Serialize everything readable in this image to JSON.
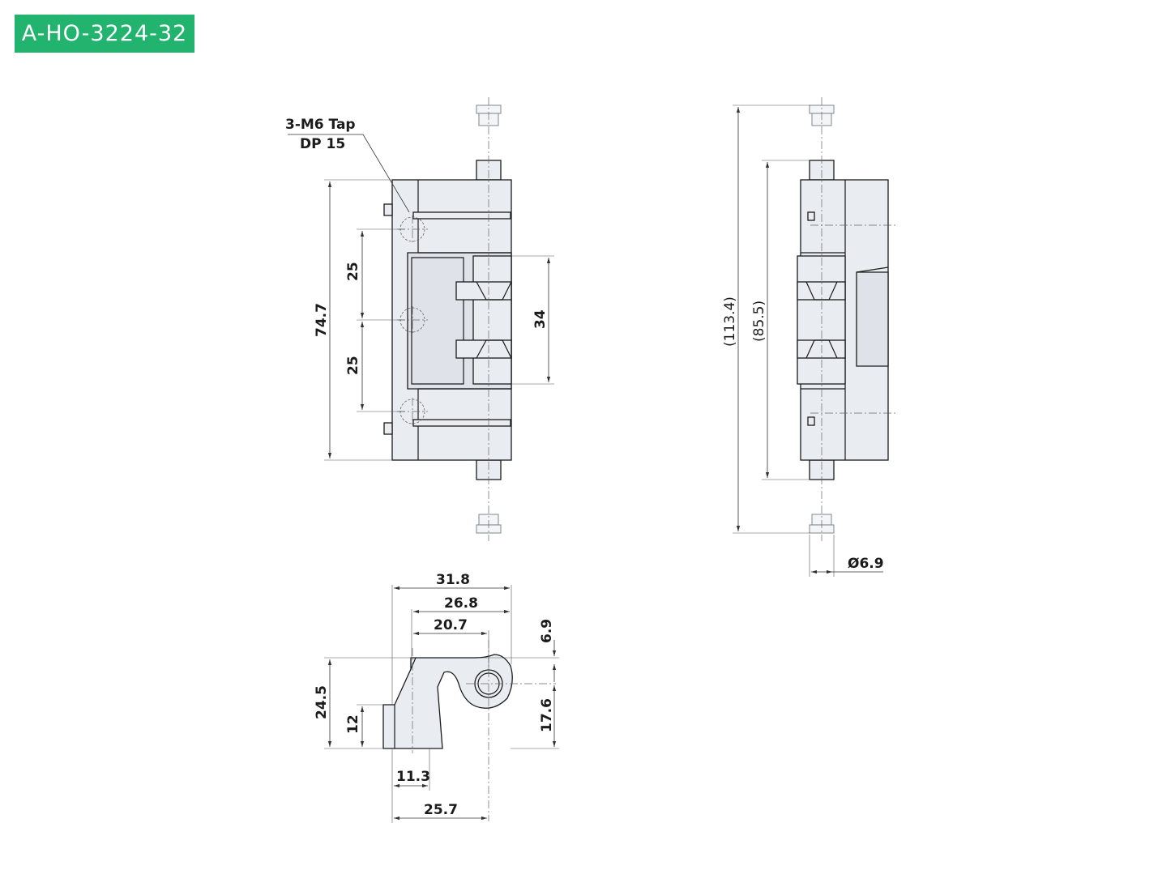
{
  "part_number": "A-HO-3224-32",
  "colors": {
    "badge": "#22b46e",
    "part_fill": "#e9ecf1",
    "outline": "#1b1b1b"
  },
  "front_view": {
    "tap_note_line1": "3-M6 Tap",
    "tap_note_line2": "DP 15",
    "dim_height": "74.7",
    "dim_pitch_upper": "25",
    "dim_pitch_lower": "25",
    "dim_knuckle": "34"
  },
  "side_view": {
    "dim_overall": "(113.4)",
    "dim_pin_span": "(85.5)",
    "dim_pin_dia": "Ø6.9"
  },
  "end_view": {
    "dim_a": "31.8",
    "dim_b": "26.8",
    "dim_c": "20.7",
    "dim_d": "6.9",
    "dim_e": "24.5",
    "dim_f": "12",
    "dim_g": "17.6",
    "dim_h": "11.3",
    "dim_i": "25.7"
  }
}
